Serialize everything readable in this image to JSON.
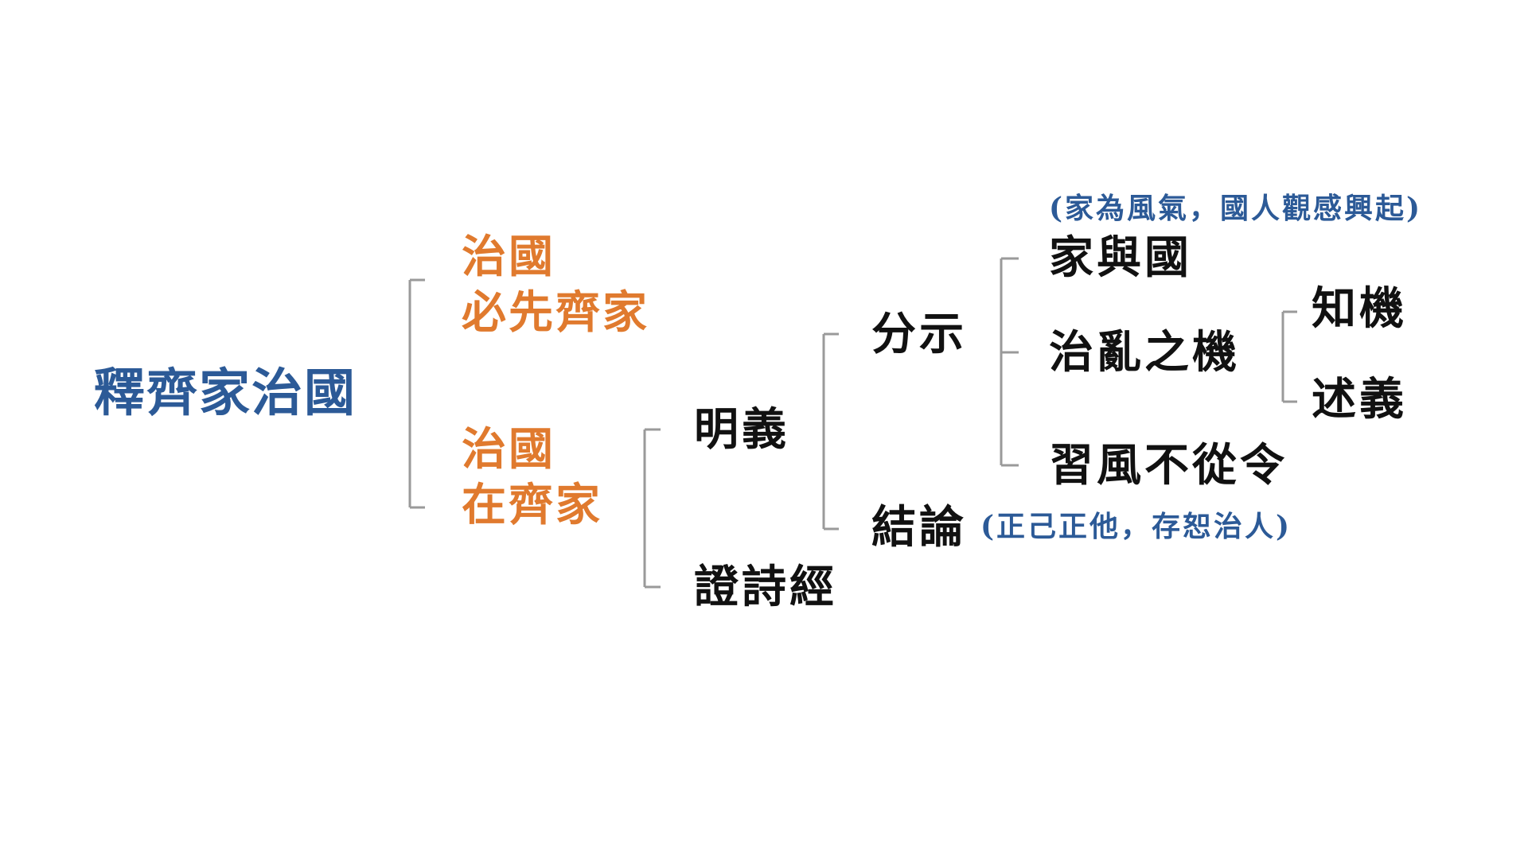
{
  "colors": {
    "root": "#2c5a97",
    "highlight": "#e07a2e",
    "text": "#111111",
    "note": "#2c5a97",
    "bracket": "#9a9a9a"
  },
  "root": "釋齊家治國",
  "branch1": {
    "line1": "治國",
    "line2": "必先齊家"
  },
  "branch2": {
    "line1": "治國",
    "line2": "在齊家"
  },
  "mingyi": "明義",
  "zhengshijing": "證詩經",
  "fenshi": "分示",
  "jielun": "結論",
  "jielun_note": "(正己正他，存恕治人)",
  "jiayuguo": "家與國",
  "jiayuguo_note": "(家為風氣，國人觀感興起)",
  "zhiluan": "治亂之機",
  "zhiji": "知機",
  "shuyi": "述義",
  "xifeng": "習風不從令"
}
